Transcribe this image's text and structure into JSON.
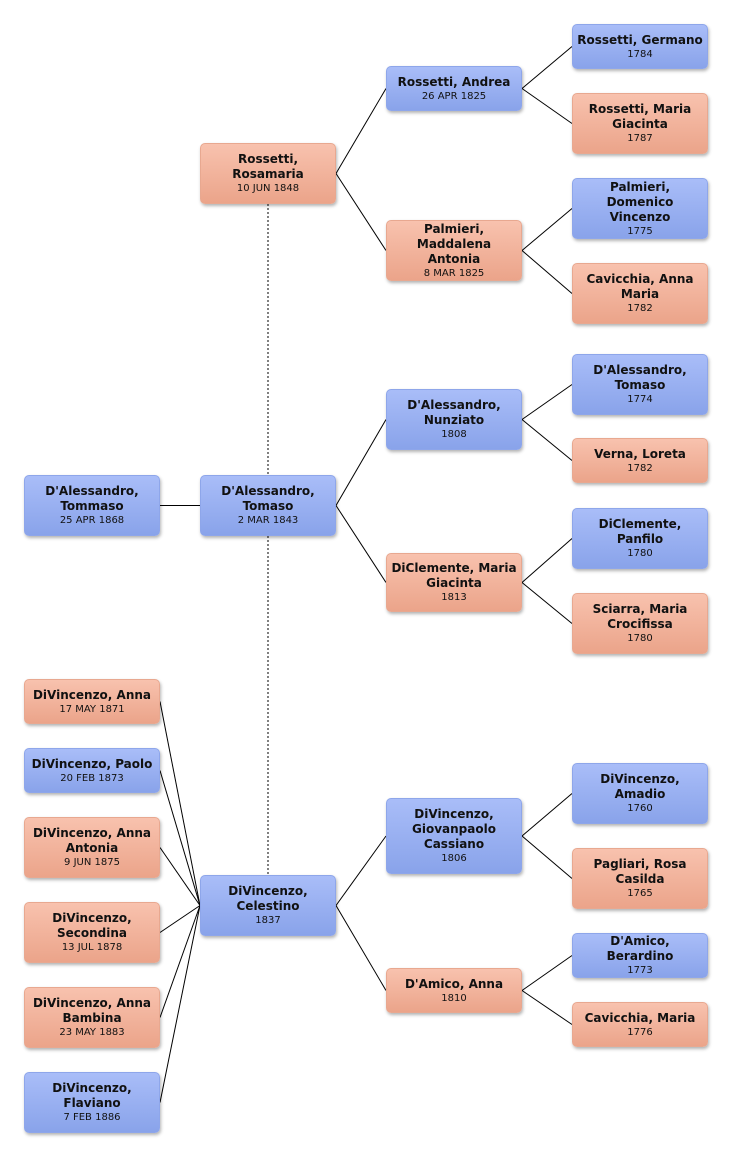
{
  "persons": {
    "tommaso": {
      "name": "D'Alessandro, Tommaso",
      "date": "25 APR 1868",
      "sex": "male"
    },
    "tomaso": {
      "name": "D'Alessandro, Tomaso",
      "date": "2 MAR 1843",
      "sex": "male"
    },
    "rosamaria": {
      "name": "Rossetti, Rosamaria",
      "date": "10 JUN 1848",
      "sex": "female"
    },
    "celestino": {
      "name": "DiVincenzo, Celestino",
      "date": "1837",
      "sex": "male"
    },
    "andrea": {
      "name": "Rossetti, Andrea",
      "date": "26 APR 1825",
      "sex": "male"
    },
    "maddalena": {
      "name": "Palmieri, Maddalena Antonia",
      "date": "8 MAR 1825",
      "sex": "female"
    },
    "nunziato": {
      "name": "D'Alessandro, Nunziato",
      "date": "1808",
      "sex": "male"
    },
    "mariagiacinta": {
      "name": "DiClemente, Maria Giacinta",
      "date": "1813",
      "sex": "female"
    },
    "giovanpaolo": {
      "name": "DiVincenzo, Giovanpaolo Cassiano",
      "date": "1806",
      "sex": "male"
    },
    "anna_damico": {
      "name": "D'Amico, Anna",
      "date": "1810",
      "sex": "female"
    },
    "germano": {
      "name": "Rossetti, Germano",
      "date": "1784",
      "sex": "male"
    },
    "rossetti_mg": {
      "name": "Rossetti, Maria Giacinta",
      "date": "1787",
      "sex": "female"
    },
    "domenico": {
      "name": "Palmieri, Domenico Vincenzo",
      "date": "1775",
      "sex": "male"
    },
    "cavicchia_am": {
      "name": "Cavicchia, Anna Maria",
      "date": "1782",
      "sex": "female"
    },
    "tomaso_1774": {
      "name": "D'Alessandro, Tomaso",
      "date": "1774",
      "sex": "male"
    },
    "loreta": {
      "name": "Verna, Loreta",
      "date": "1782",
      "sex": "female"
    },
    "panfilo": {
      "name": "DiClemente, Panfilo",
      "date": "1780",
      "sex": "male"
    },
    "sciarra": {
      "name": "Sciarra, Maria Crocifissa",
      "date": "1780",
      "sex": "female"
    },
    "amadio": {
      "name": "DiVincenzo, Amadio",
      "date": "1760",
      "sex": "male"
    },
    "pagliari": {
      "name": "Pagliari, Rosa Casilda",
      "date": "1765",
      "sex": "female"
    },
    "berardino": {
      "name": "D'Amico, Berardino",
      "date": "1773",
      "sex": "male"
    },
    "cavicchia_m": {
      "name": "Cavicchia, Maria",
      "date": "1776",
      "sex": "female"
    },
    "s_anna": {
      "name": "DiVincenzo, Anna",
      "date": "17 MAY 1871",
      "sex": "female"
    },
    "s_paolo": {
      "name": "DiVincenzo, Paolo",
      "date": "20 FEB 1873",
      "sex": "male"
    },
    "s_annaantonia": {
      "name": "DiVincenzo, Anna Antonia",
      "date": "9 JUN 1875",
      "sex": "female"
    },
    "s_secondina": {
      "name": "DiVincenzo, Secondina",
      "date": "13 JUL 1878",
      "sex": "female"
    },
    "s_annabambina": {
      "name": "DiVincenzo, Anna Bambina",
      "date": "23 MAY 1883",
      "sex": "female"
    },
    "s_flaviano": {
      "name": "DiVincenzo, Flaviano",
      "date": "7 FEB 1886",
      "sex": "male"
    }
  },
  "colors": {
    "male": "#93acf0",
    "female": "#f0ad94",
    "line": "#000000"
  }
}
